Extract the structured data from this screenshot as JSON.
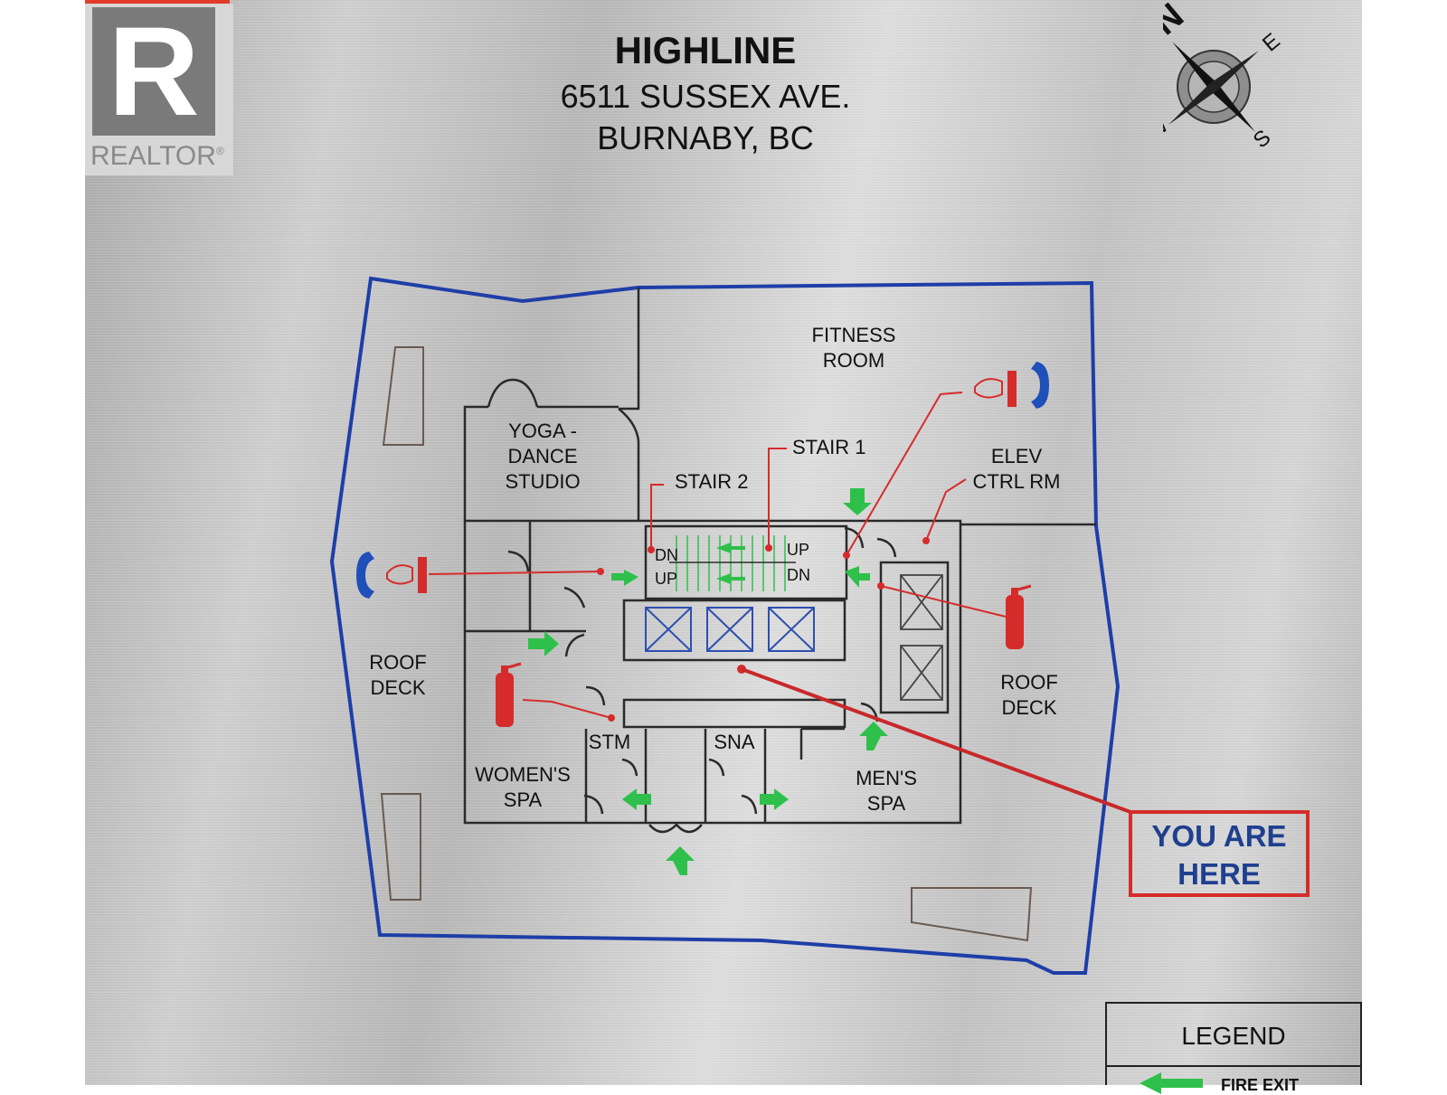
{
  "logo": {
    "word": "REALTOR",
    "glyph": "R"
  },
  "header": {
    "name": "HIGHLINE",
    "street": "6511 SUSSEX AVE.",
    "city": "BURNABY, BC"
  },
  "compass": {
    "n": "N",
    "e": "E",
    "s": "S",
    "w": "W"
  },
  "rooms": {
    "fitness_1": "FITNESS",
    "fitness_2": "ROOM",
    "yoga_1": "YOGA -",
    "yoga_2": "DANCE",
    "yoga_3": "STUDIO",
    "stair1": "STAIR 1",
    "stair2": "STAIR 2",
    "elev_1": "ELEV",
    "elev_2": "CTRL RM",
    "roof_left_1": "ROOF",
    "roof_left_2": "DECK",
    "roof_right_1": "ROOF",
    "roof_right_2": "DECK",
    "stm": "STM",
    "sna": "SNA",
    "womens_1": "WOMEN'S",
    "womens_2": "SPA",
    "mens_1": "MEN'S",
    "mens_2": "SPA",
    "dn_left": "DN",
    "up_left": "UP",
    "up_right": "UP",
    "dn_right": "DN"
  },
  "marker": {
    "line1": "YOU ARE",
    "line2": "HERE"
  },
  "legend": {
    "title": "LEGEND",
    "item": "FIRE EXIT"
  },
  "colors": {
    "outline": "#1e3ea8",
    "wall": "#2a2a2a",
    "alarm": "#d62b2b",
    "exit_arrow": "#2ec04a",
    "phone": "#1f4fb8",
    "elevator": "#2c4fb0"
  }
}
